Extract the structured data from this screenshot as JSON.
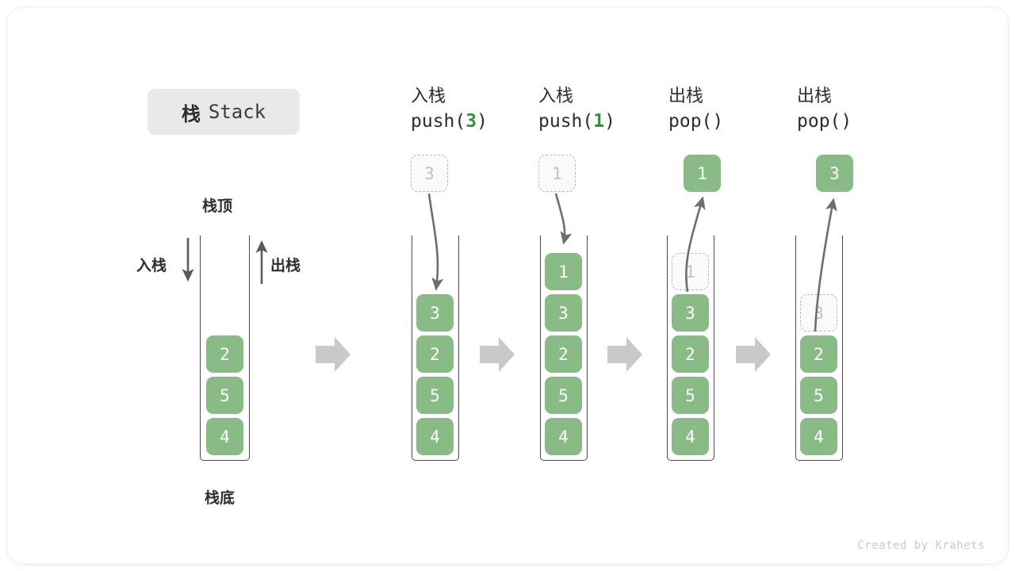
{
  "title": {
    "cn": "栈",
    "en": "Stack"
  },
  "labels": {
    "top": "栈顶",
    "bottom": "栈底",
    "push": "入栈",
    "pop": "出栈"
  },
  "footer": "Created by Krahets",
  "colors": {
    "cell_green": "#89bb86",
    "ghost_border": "#b9b9b9",
    "ghost_text": "#c2c2c2",
    "container_line": "#4a4a4a",
    "arrow_gray": "#c9c9c9",
    "curve_gray": "#6e6e6e",
    "accent_green": "#3e8e41",
    "chip_bg": "#e9e9e9"
  },
  "columns": [
    {
      "id": "initial",
      "head_cn": "",
      "head_code": "",
      "cells": [
        "2",
        "5",
        "4"
      ],
      "ghost": null,
      "floating": null
    },
    {
      "id": "push-3",
      "head_cn": "入栈",
      "head_code_prefix": "push(",
      "head_code_arg": "3",
      "head_code_suffix": ")",
      "cells": [
        "3",
        "2",
        "5",
        "4"
      ],
      "ghost": {
        "value": "3",
        "position": "above"
      },
      "floating": null
    },
    {
      "id": "push-1",
      "head_cn": "入栈",
      "head_code_prefix": "push(",
      "head_code_arg": "1",
      "head_code_suffix": ")",
      "cells": [
        "1",
        "3",
        "2",
        "5",
        "4"
      ],
      "ghost": {
        "value": "1",
        "position": "above"
      },
      "floating": null
    },
    {
      "id": "pop-1",
      "head_cn": "出栈",
      "head_code_prefix": "pop(",
      "head_code_arg": "",
      "head_code_suffix": ")",
      "cells": [
        "3",
        "2",
        "5",
        "4"
      ],
      "ghost": {
        "value": "1",
        "position": "in-stack-top"
      },
      "floating": {
        "value": "1"
      }
    },
    {
      "id": "pop-3",
      "head_cn": "出栈",
      "head_code_prefix": "pop(",
      "head_code_arg": "",
      "head_code_suffix": ")",
      "cells": [
        "2",
        "5",
        "4"
      ],
      "ghost": {
        "value": "3",
        "position": "in-stack-top"
      },
      "floating": {
        "value": "3"
      }
    }
  ],
  "flow_arrow_count": 4
}
